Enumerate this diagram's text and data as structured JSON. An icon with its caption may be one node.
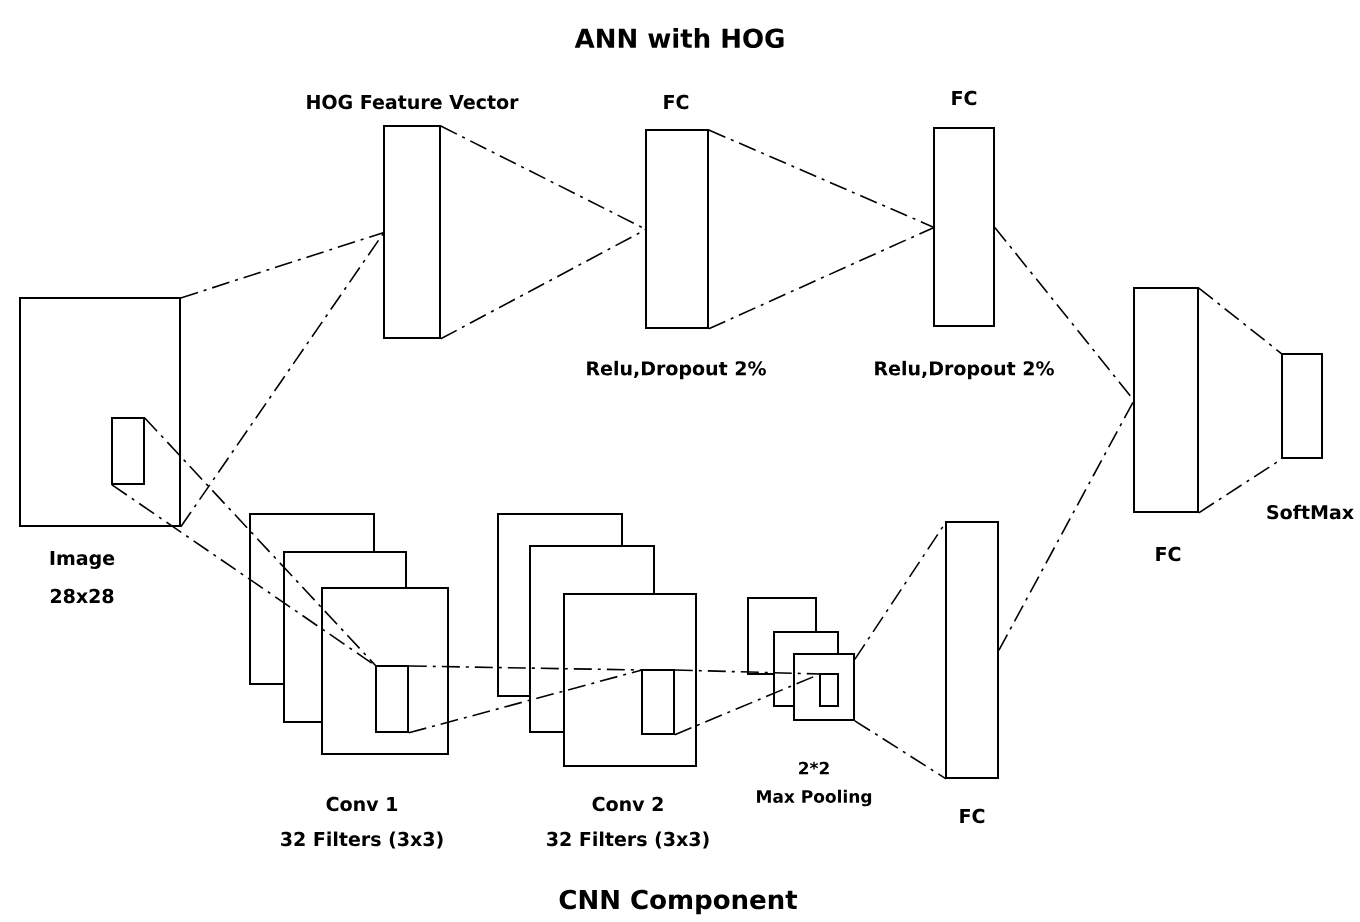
{
  "diagram": {
    "title": "ANN with HOG",
    "caption": "CNN Component",
    "nodes": [
      {
        "text": [],
        "shape": "box",
        "beside": [
          "Image",
          "28x28"
        ]
      },
      {
        "text": [],
        "shape": "box",
        "in": 0
      },
      {
        "text": [
          "HOG Feature Vector"
        ]
      },
      {
        "text": [
          "FC"
        ],
        "beside": [
          "Relu,Dropout 2%"
        ]
      },
      {
        "text": [
          "FC"
        ],
        "beside": [
          "Relu,Dropout 2%"
        ]
      },
      {
        "text": [],
        "shape": "box",
        "beside": [
          "Conv 1",
          "32 Filters (3x3)"
        ]
      },
      {
        "text": [],
        "shape": "box",
        "in": 5
      },
      {
        "text": [],
        "shape": "box",
        "beside": [
          "Conv 2",
          "32 Filters (3x3)"
        ]
      },
      {
        "text": [],
        "shape": "box",
        "in": 7
      },
      {
        "text": [],
        "shape": "box",
        "beside": [
          "2*2",
          "Max Pooling"
        ]
      },
      {
        "text": [],
        "shape": "box",
        "in": 9
      },
      {
        "text": [
          "FC"
        ]
      },
      {
        "text": [
          "FC"
        ]
      },
      {
        "text": [],
        "shape": "box",
        "beside": [
          "SoftMax"
        ]
      }
    ],
    "edges": [
      {
        "from": 0,
        "to": 2,
        "arrow": "none"
      },
      {
        "from": 0,
        "to": 2,
        "arrow": "none"
      },
      {
        "from": 2,
        "to": 3,
        "arrow": "none"
      },
      {
        "from": 2,
        "to": 3,
        "arrow": "none"
      },
      {
        "from": 3,
        "to": 4,
        "arrow": "none"
      },
      {
        "from": 3,
        "to": 4,
        "arrow": "none"
      },
      {
        "from": 4,
        "to": 12,
        "arrow": "none"
      },
      {
        "from": 1,
        "to": 6,
        "arrow": "none"
      },
      {
        "from": 1,
        "to": 6,
        "arrow": "none"
      },
      {
        "from": 6,
        "to": 8,
        "arrow": "none"
      },
      {
        "from": 6,
        "to": 8,
        "arrow": "none"
      },
      {
        "from": 8,
        "to": 10,
        "arrow": "none"
      },
      {
        "from": 8,
        "to": 10,
        "arrow": "none"
      },
      {
        "from": 9,
        "to": 11,
        "arrow": "none"
      },
      {
        "from": 9,
        "to": 11,
        "arrow": "none"
      },
      {
        "from": 11,
        "to": 12,
        "arrow": "none"
      },
      {
        "from": 12,
        "to": 13,
        "arrow": "none"
      },
      {
        "from": 12,
        "to": 13,
        "arrow": "none"
      }
    ]
  }
}
